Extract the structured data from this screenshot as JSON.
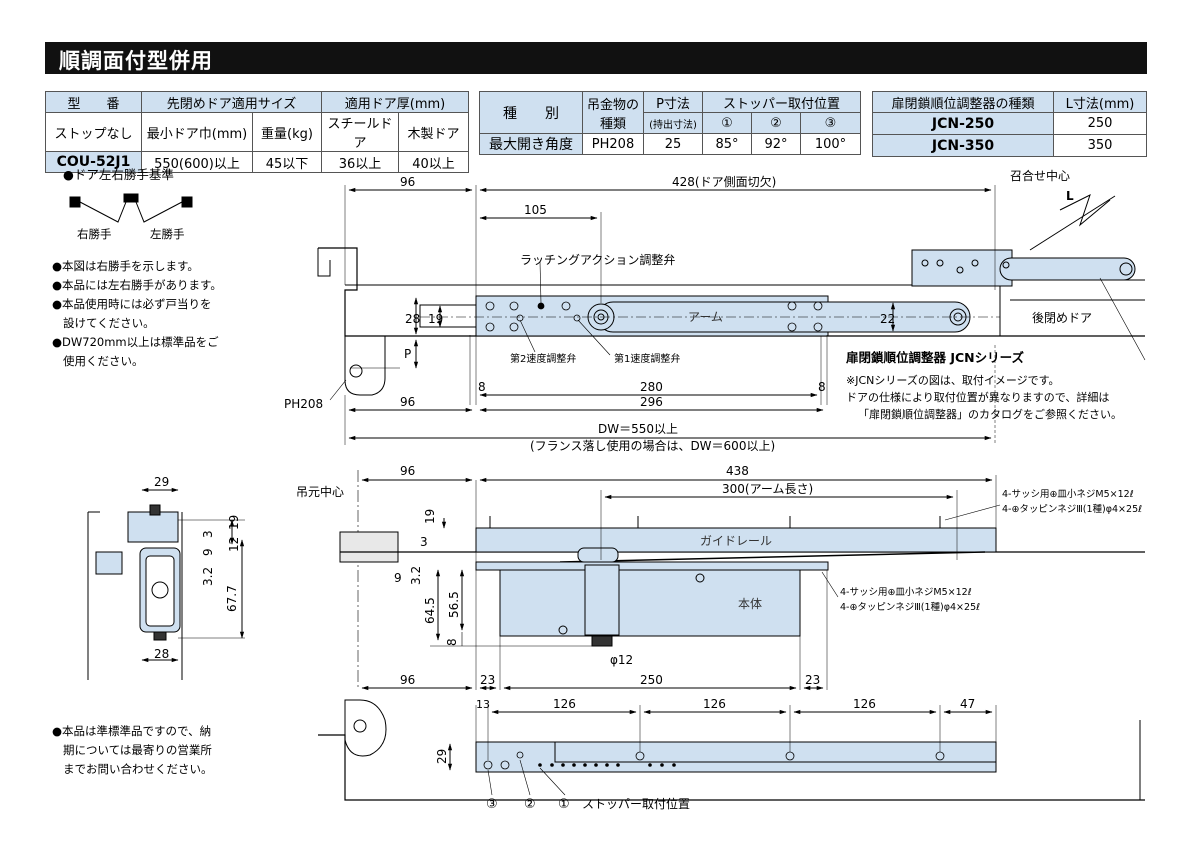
{
  "title": "順調面付型併用",
  "table1": {
    "h_model": "型　　番",
    "h_size": "先閉めドア適用サイズ",
    "h_thick": "適用ドア厚(mm)",
    "h_type": "ストップなし",
    "h_minwidth": "最小ドア巾(mm)",
    "h_weight": "重量(kg)",
    "h_steel": "スチールドア",
    "h_wood": "木製ドア",
    "model": "COU-52J1",
    "minwidth": "550(600)以上",
    "weight": "45以下",
    "steel": "36以上",
    "wood": "40以上"
  },
  "table2": {
    "h_kind": "種　　別",
    "h_hanger": "吊金物の種類",
    "h_p": "P寸法",
    "h_p_sub": "(持出寸法)",
    "h_stopper": "ストッパー取付位置",
    "pos1": "①",
    "pos2": "②",
    "pos3": "③",
    "row_label": "最大開き角度",
    "hanger": "PH208",
    "p": "25",
    "a1": "85°",
    "a2": "92°",
    "a3": "100°"
  },
  "table3": {
    "h_kind": "扉閉鎖順位調整器の種類",
    "h_l": "L寸法(mm)",
    "r1_name": "JCN-250",
    "r1_l": "250",
    "r2_name": "JCN-350",
    "r2_l": "350"
  },
  "notes": {
    "hand_title": "●ドア左右勝手基準",
    "right": "右勝手",
    "left": "左勝手",
    "n1": "●本図は右勝手を示します。",
    "n2": "●本品には左右勝手があります。",
    "n3": "●本品使用時には必ず戸当りを",
    "n3b": "設けてください。",
    "n4": "●DW720mm以上は標準品をご",
    "n4b": "使用ください。",
    "n5": "●本品は準標準品ですので、納",
    "n5b": "期については最寄りの営業所",
    "n5c": "までお問い合わせください。"
  },
  "top_view": {
    "d96": "96",
    "d428": "428(ドア側面切欠)",
    "d105": "105",
    "latch": "ラッチングアクション調整弁",
    "arm": "アーム",
    "speed2": "第2速度調整弁",
    "speed1": "第1速度調整弁",
    "d28": "28",
    "d19": "19",
    "d22": "22",
    "p": "P",
    "ph208": "PH208",
    "d8a": "8",
    "d280": "280",
    "d8b": "8",
    "d96b": "96",
    "d296": "296",
    "dw": "DW＝550以上",
    "flange": "(フランス落し使用の場合は、DW＝600以上)",
    "meeting": "召合せ中心",
    "l": "L",
    "rear_door": "後閉めドア",
    "jcn_title": "扉閉鎖順位調整器 JCNシリーズ",
    "jcn1": "※JCNシリーズの図は、取付イメージです。",
    "jcn2": "ドアの仕様により取付位置が異なりますので、詳細は",
    "jcn3": "「扉閉鎖順位調整器」のカタログをご参照ください。"
  },
  "front_view": {
    "d96": "96",
    "d438": "438",
    "pivot": "吊元中心",
    "d300": "300(アーム長さ)",
    "screw1": "4-サッシ用⊕皿小ネジM5×12ℓ",
    "screw2": "4-⊕タッピンネジⅢ(1種)φ4×25ℓ",
    "guide": "ガイドレール",
    "screw3": "4-サッシ用⊕皿小ネジM5×12ℓ",
    "screw4": "4-⊕タッピンネジⅢ(1種)φ4×25ℓ",
    "body": "本体",
    "d19": "19",
    "d3": "3",
    "d9": "9",
    "d32": "3.2",
    "d645": "64.5",
    "d565": "56.5",
    "d8": "8",
    "phi12": "φ12",
    "d96b": "96",
    "d23a": "23",
    "d250": "250",
    "d23b": "23"
  },
  "side_view": {
    "d29": "29",
    "d3": "3",
    "d19": "19",
    "d12": "12",
    "d9": "9",
    "d32": "3.2",
    "d677": "67.7",
    "d28": "28"
  },
  "rail_view": {
    "d13": "13",
    "d126a": "126",
    "d126b": "126",
    "d126c": "126",
    "d47": "47",
    "d29": "29",
    "c3": "③",
    "c2": "②",
    "c1": "①",
    "stopper": "ストッパー取付位置"
  },
  "colors": {
    "part": "#cfe0f0",
    "header": "#cfe0f0",
    "title_bg": "#111111"
  }
}
